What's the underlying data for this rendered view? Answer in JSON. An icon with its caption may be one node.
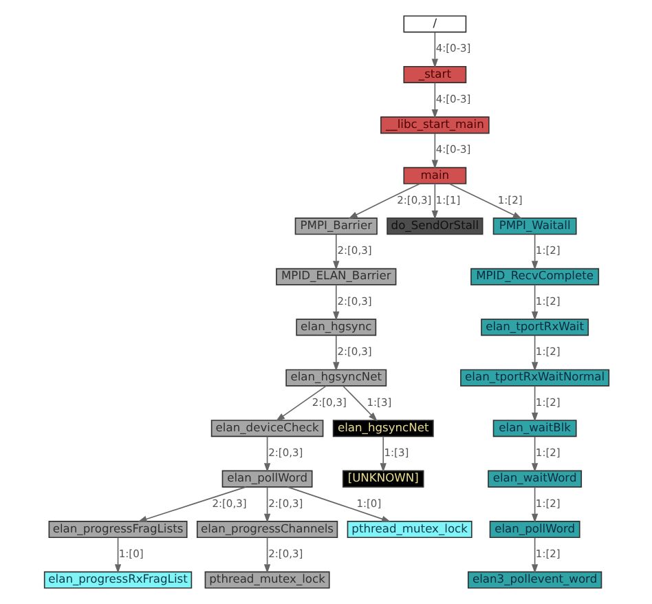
{
  "diagram": {
    "nodes": [
      {
        "text": [
          "/"
        ]
      },
      {
        "text": [
          "_start"
        ]
      },
      {
        "text": [
          "__libc_start_main"
        ]
      },
      {
        "text": [
          "main"
        ]
      },
      {
        "text": [
          "PMPI_Barrier"
        ]
      },
      {
        "text": [
          "do_SendOrStall"
        ]
      },
      {
        "text": [
          "PMPI_Waitall"
        ]
      },
      {
        "text": [
          "MPID_ELAN_Barrier"
        ]
      },
      {
        "text": [
          "MPID_RecvComplete"
        ]
      },
      {
        "text": [
          "elan_hgsync"
        ]
      },
      {
        "text": [
          "elan_tportRxWait"
        ]
      },
      {
        "text": [
          "elan_hgsyncNet"
        ]
      },
      {
        "text": [
          "elan_tportRxWaitNormal"
        ]
      },
      {
        "text": [
          "elan_deviceCheck"
        ]
      },
      {
        "text": [
          "elan_hgsyncNet"
        ]
      },
      {
        "text": [
          "elan_waitBlk"
        ]
      },
      {
        "text": [
          "elan_pollWord"
        ]
      },
      {
        "text": [
          "[UNKNOWN]"
        ]
      },
      {
        "text": [
          "elan_waitWord"
        ]
      },
      {
        "text": [
          "elan_progressFragLists"
        ]
      },
      {
        "text": [
          "elan_progressChannels"
        ]
      },
      {
        "text": [
          "pthread_mutex_lock"
        ]
      },
      {
        "text": [
          "elan_pollWord"
        ]
      },
      {
        "text": [
          "elan_progressRxFragList"
        ]
      },
      {
        "text": [
          "pthread_mutex_lock"
        ]
      },
      {
        "text": [
          "elan3_pollevent_word"
        ]
      }
    ],
    "edges": [
      {
        "from": 0,
        "to": 1,
        "arrow": "to",
        "label": "4:[0-3]"
      },
      {
        "from": 1,
        "to": 2,
        "arrow": "to",
        "label": "4:[0-3]"
      },
      {
        "from": 2,
        "to": 3,
        "arrow": "to",
        "label": "4:[0-3]"
      },
      {
        "from": 3,
        "to": 4,
        "arrow": "to",
        "label": "2:[0,3]"
      },
      {
        "from": 3,
        "to": 5,
        "arrow": "to",
        "label": "1:[1]"
      },
      {
        "from": 3,
        "to": 6,
        "arrow": "to",
        "label": "1:[2]"
      },
      {
        "from": 4,
        "to": 7,
        "arrow": "to",
        "label": "2:[0,3]"
      },
      {
        "from": 6,
        "to": 8,
        "arrow": "to",
        "label": "1:[2]"
      },
      {
        "from": 7,
        "to": 9,
        "arrow": "to",
        "label": "2:[0,3]"
      },
      {
        "from": 8,
        "to": 10,
        "arrow": "to",
        "label": "1:[2]"
      },
      {
        "from": 9,
        "to": 11,
        "arrow": "to",
        "label": "2:[0,3]"
      },
      {
        "from": 10,
        "to": 12,
        "arrow": "to",
        "label": "1:[2]"
      },
      {
        "from": 11,
        "to": 13,
        "arrow": "to",
        "label": "2:[0,3]"
      },
      {
        "from": 11,
        "to": 14,
        "arrow": "to",
        "label": "1:[3]"
      },
      {
        "from": 12,
        "to": 15,
        "arrow": "to",
        "label": "1:[2]"
      },
      {
        "from": 13,
        "to": 16,
        "arrow": "to",
        "label": "2:[0,3]"
      },
      {
        "from": 14,
        "to": 17,
        "arrow": "to",
        "label": "1:[3]"
      },
      {
        "from": 15,
        "to": 18,
        "arrow": "to",
        "label": "1:[2]"
      },
      {
        "from": 16,
        "to": 19,
        "arrow": "to",
        "label": "2:[0,3]"
      },
      {
        "from": 16,
        "to": 20,
        "arrow": "to",
        "label": "2:[0,3]"
      },
      {
        "from": 16,
        "to": 21,
        "arrow": "to",
        "label": "1:[0]"
      },
      {
        "from": 18,
        "to": 22,
        "arrow": "to",
        "label": "1:[2]"
      },
      {
        "from": 19,
        "to": 23,
        "arrow": "to",
        "label": "1:[0]"
      },
      {
        "from": 20,
        "to": 24,
        "arrow": "to",
        "label": "2:[0,3]"
      },
      {
        "from": 22,
        "to": 25,
        "arrow": "to",
        "label": "1:[2]"
      }
    ]
  }
}
